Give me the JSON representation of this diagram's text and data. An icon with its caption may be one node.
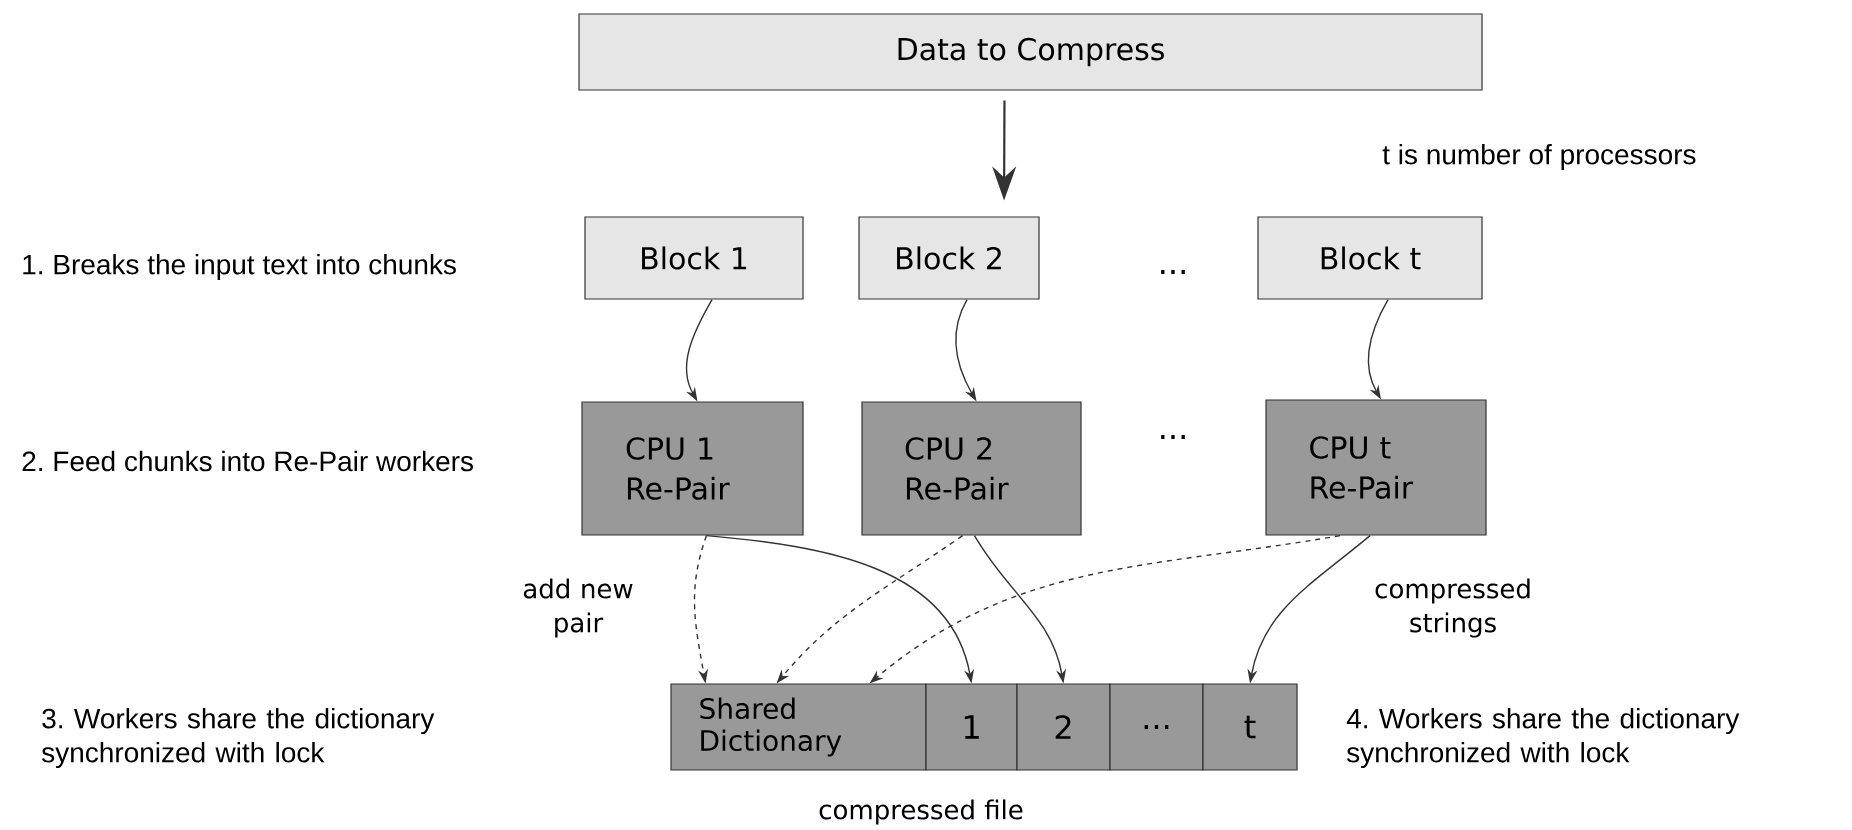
{
  "diagram": {
    "nodes": [
      {
        "text": [
          "Data to Compress"
        ]
      },
      {
        "text": [
          "Block 1"
        ]
      },
      {
        "text": [
          "Block 2"
        ]
      },
      {
        "text": [
          "Block t"
        ]
      },
      {
        "text": [
          "CPU 1 Re-Pair"
        ]
      },
      {
        "text": [
          "CPU 2 Re-Pair"
        ]
      },
      {
        "text": [
          "CPU t Re-Pair"
        ]
      },
      {
        "text": [
          "Shared Dictionary"
        ]
      },
      {
        "text": [
          "1"
        ]
      },
      {
        "text": [
          "2"
        ]
      },
      {
        "text": [
          "..."
        ]
      },
      {
        "text": [
          "t"
        ]
      }
    ],
    "edges": [
      {
        "from": 0,
        "to": 2,
        "arrow": "to"
      },
      {
        "from": 1,
        "to": 4,
        "arrow": "to"
      },
      {
        "from": 2,
        "to": 5,
        "arrow": "to"
      },
      {
        "from": 3,
        "to": 6,
        "arrow": "to"
      },
      {
        "from": 4,
        "to": 7,
        "arrow": "to",
        "style": "dashed"
      },
      {
        "from": 4,
        "to": 8,
        "arrow": "to"
      },
      {
        "from": 5,
        "to": 7,
        "arrow": "to",
        "style": "dashed"
      },
      {
        "from": 5,
        "to": 9,
        "arrow": "to"
      },
      {
        "from": 6,
        "to": 7,
        "arrow": "to",
        "style": "dashed"
      },
      {
        "from": 6,
        "to": 11,
        "arrow": "to"
      }
    ],
    "labels": [
      "t is number of processors",
      "1. Breaks the input text into chunks",
      "...",
      "2. Feed chunks into Re-Pair workers",
      "...",
      "add new pair",
      "compressed strings",
      "3. Workers share the dictionary synchronized with lock",
      "4. Workers share the dictionary synchronized with lock",
      "compressed file"
    ]
  }
}
